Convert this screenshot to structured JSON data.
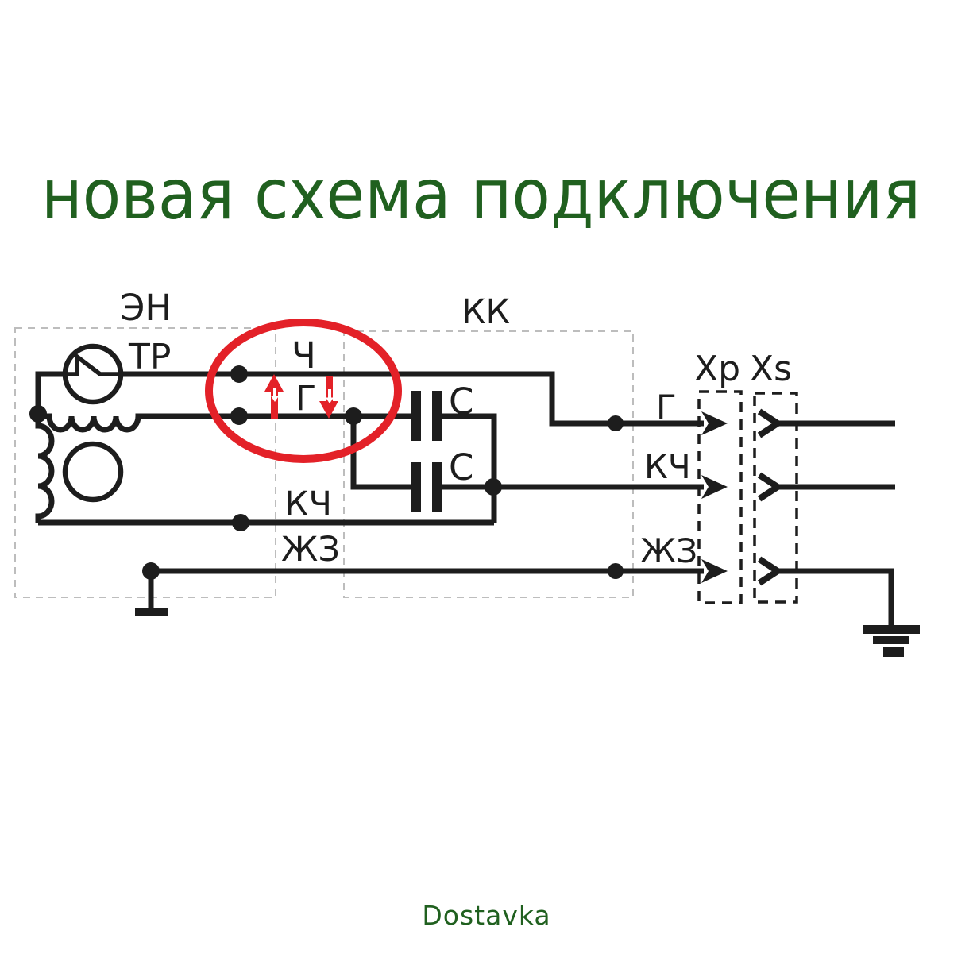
{
  "title": "новая схема подключения",
  "footer": "Dostavka",
  "colors": {
    "ink": "#1d1d1d",
    "red": "#e32128",
    "green": "#20601f",
    "box_gray": "#bdbdbd",
    "bg": "#ffffff"
  },
  "labels": {
    "en": "ЭН",
    "tr": "ТР",
    "kk": "КК",
    "ch": "Ч",
    "g_inner": "Г",
    "c_top": "С",
    "c_bottom": "С",
    "kch_inner": "КЧ",
    "zhz_inner": "ЖЗ",
    "g_out": "Г",
    "kch_out": "КЧ",
    "zhz_out": "ЖЗ",
    "xp": "Хр",
    "xs": "Xs"
  }
}
